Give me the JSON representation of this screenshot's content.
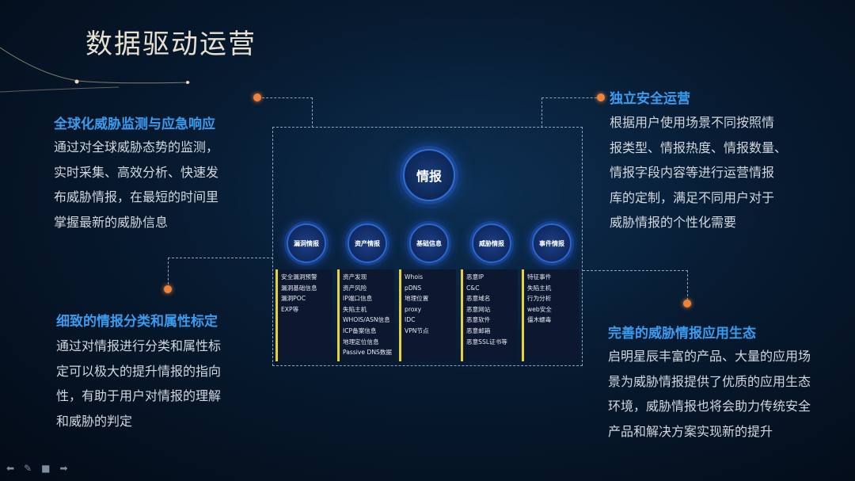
{
  "page_title": "数据驱动运营",
  "left_top": {
    "title": "全球化威胁监测与应急响应",
    "body": "通过对全球威胁态势的监测，\n实时采集、高效分析、快速发\n布威胁情报，在最短的时间里\n掌握最新的威胁信息"
  },
  "left_bottom": {
    "title": "细致的情报分类和属性标定",
    "body": "通过对情报进行分类和属性标\n定可以极大的提升情报的指向\n性，有助于用户对情报的理解\n和威胁的判定"
  },
  "right_top": {
    "title": "独立安全运营",
    "body": "根据用户使用场景不同按照情\n报类型、情报热度、情报数量、\n情报字段内容等进行运营情报\n库的定制，满足不同用户对于\n威胁情报的个性化需要"
  },
  "right_bottom": {
    "title": "完善的威胁情报应用生态",
    "body": "启明星辰丰富的产品、大量的应用场\n景为威胁情报提供了优质的应用生态\n环境，威胁情报也将会助力传统安全\n产品和解决方案实现新的提升"
  },
  "center": {
    "hub_label": "情报",
    "categories": [
      {
        "label": "漏洞情报",
        "items": [
          "安全漏洞预警",
          "漏洞基础信息",
          "漏洞POC",
          "EXP等"
        ]
      },
      {
        "label": "资产情报",
        "items": [
          "资产发现",
          "资产风险",
          "IP端口信息",
          "失陷主机",
          "WHOIS/ASN信息",
          "ICP备案信息",
          "地理定位信息",
          "Passive DNS数据"
        ]
      },
      {
        "label": "基础信息",
        "items": [
          "Whois",
          "pDNS",
          "地理位置",
          "proxy",
          "IDC",
          "VPN节点"
        ]
      },
      {
        "label": "威胁情报",
        "items": [
          "恶意IP",
          "C&C",
          "恶意域名",
          "恶意网站",
          "恶意软件",
          "恶意邮箱",
          "恶意SSL证书等"
        ]
      },
      {
        "label": "事件情报",
        "items": [
          "特征事件",
          "失陷主机",
          "行为分析",
          "web安全",
          "僵木蠕毒"
        ]
      }
    ]
  },
  "colors": {
    "accent": "#3a9cf0",
    "dot": "#f0833a",
    "column_marker": "#e8d23a"
  },
  "icons": [
    "prev-arrow-icon",
    "pen-icon",
    "screen-icon",
    "next-arrow-icon"
  ]
}
